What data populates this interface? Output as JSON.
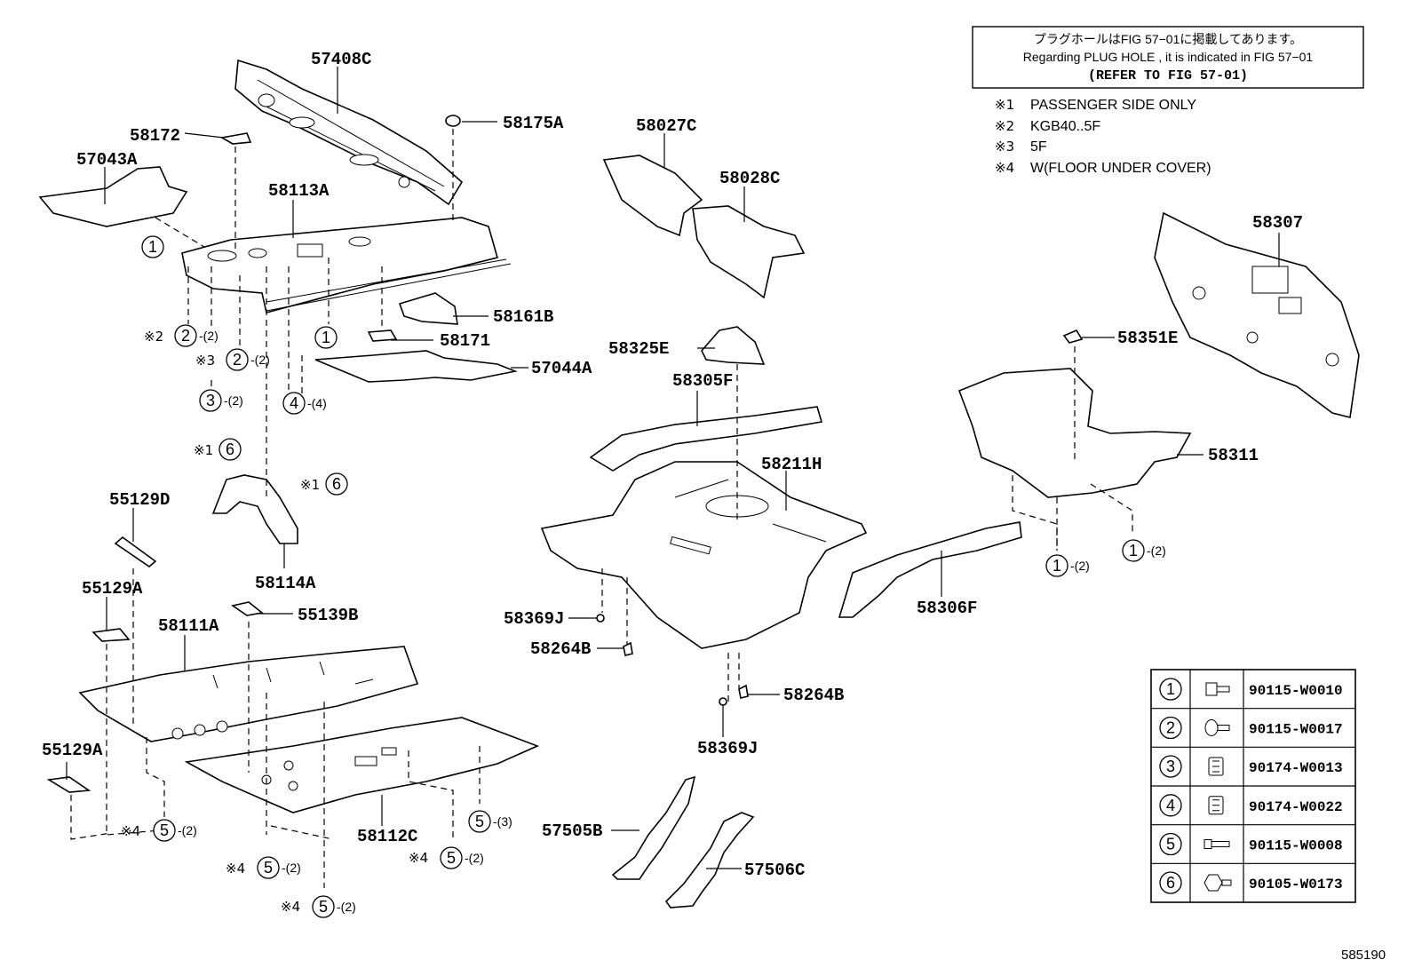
{
  "notice": {
    "line1": "プラグホールはFIG 57−01に掲載してあります。",
    "line2": "Regarding  PLUG  HOLE , it is indicated in  FIG  57−01",
    "line3": "(REFER TO FIG 57-01)"
  },
  "notes": [
    {
      "mark": "※1",
      "text": "PASSENGER SIDE ONLY"
    },
    {
      "mark": "※2",
      "text": "KGB40..5F"
    },
    {
      "mark": "※3",
      "text": "5F"
    },
    {
      "mark": "※4",
      "text": "W(FLOOR UNDER COVER)"
    }
  ],
  "parts": {
    "p57408C": "57408C",
    "p58172": "58172",
    "p58175A": "58175A",
    "p57043A": "57043A",
    "p58113A": "58113A",
    "p58161B": "58161B",
    "p58171": "58171",
    "p57044A": "57044A",
    "p58027C": "58027C",
    "p58028C": "58028C",
    "p58307": "58307",
    "p58351E": "58351E",
    "p58325E": "58325E",
    "p58305F": "58305F",
    "p58211H": "58211H",
    "p58311": "58311",
    "p58306F": "58306F",
    "p58369J_a": "58369J",
    "p58264B_a": "58264B",
    "p58264B_b": "58264B",
    "p58369J_b": "58369J",
    "p55129D": "55129D",
    "p55129A_a": "55129A",
    "p55139B": "55139B",
    "p58111A": "58111A",
    "p58114A": "58114A",
    "p55129A_b": "55129A",
    "p58112C": "58112C",
    "p57505B": "57505B",
    "p57506C": "57506C"
  },
  "callouts": {
    "c1a": {
      "num": "1"
    },
    "c1b": {
      "num": "1"
    },
    "c2a": {
      "mark": "※2",
      "num": "2",
      "qty": "-(2)"
    },
    "c2b": {
      "mark": "※3",
      "num": "2",
      "qty": "-(2)"
    },
    "c3": {
      "num": "3",
      "qty": "-(2)"
    },
    "c4": {
      "num": "4",
      "qty": "-(4)"
    },
    "c6a": {
      "mark": "※1",
      "num": "6"
    },
    "c6b": {
      "mark": "※1",
      "num": "6"
    },
    "c1c": {
      "num": "1",
      "qty": "-(2)"
    },
    "c1d": {
      "num": "1",
      "qty": "-(2)"
    },
    "c5a": {
      "mark": "※4",
      "num": "5",
      "qty": "-(2)"
    },
    "c5b": {
      "num": "5",
      "qty": "-(3)"
    },
    "c5c": {
      "mark": "※4",
      "num": "5",
      "qty": "-(2)"
    },
    "c5d": {
      "mark": "※4",
      "num": "5",
      "qty": "-(2)"
    },
    "c5e": {
      "mark": "※4",
      "num": "5",
      "qty": "-(2)"
    }
  },
  "fastener_table": [
    {
      "num": "1",
      "icon": "flange-bolt-icon",
      "part": "90115-W0010"
    },
    {
      "num": "2",
      "icon": "round-head-screw-icon",
      "part": "90115-W0017"
    },
    {
      "num": "3",
      "icon": "clip-nut-icon",
      "part": "90174-W0013"
    },
    {
      "num": "4",
      "icon": "clip-nut-icon",
      "part": "90174-W0022"
    },
    {
      "num": "5",
      "icon": "screw-icon",
      "part": "90115-W0008"
    },
    {
      "num": "6",
      "icon": "hex-flange-bolt-icon",
      "part": "90105-W0173"
    }
  ],
  "figure_id": "585190"
}
